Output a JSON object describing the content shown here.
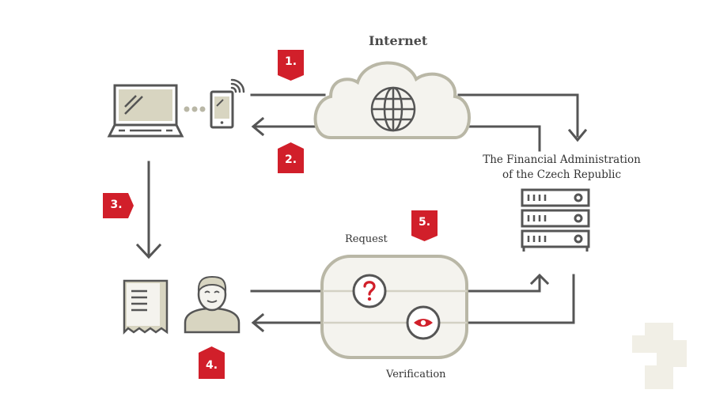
{
  "labels": {
    "internet": "Internet",
    "financial_administration_line1": "The Financial Administration",
    "financial_administration_line2": "of the Czech Republic",
    "request": "Request",
    "verification": "Verification"
  },
  "steps": [
    "1.",
    "2.",
    "3.",
    "4.",
    "5."
  ],
  "icons": {
    "laptop": "laptop-icon",
    "dots": "ellipsis-icon",
    "phone": "smartphone-icon",
    "wifi": "wifi-signal-icon",
    "cloud": "cloud-icon",
    "globe": "globe-icon",
    "server": "server-rack-icon",
    "receipt": "receipt-icon",
    "person": "customer-icon",
    "question": "question-icon",
    "eye": "eye-icon",
    "logo": "brand-logo-icon"
  },
  "colors": {
    "accent_red": "#d11f2a",
    "line_dark": "#555555",
    "line_light": "#b9b7a6",
    "fill_light": "#f4f3ee"
  }
}
